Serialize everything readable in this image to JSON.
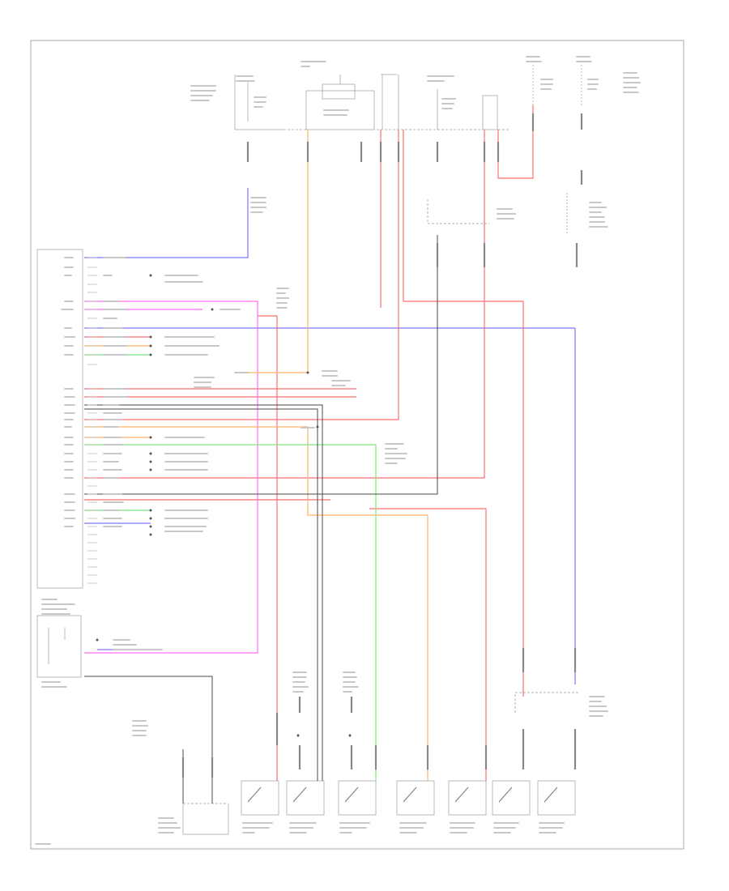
{
  "diagram": {
    "colors": {
      "border": "#a8a8a8",
      "component": "#a0a0a0",
      "dashed": "#b0b0b0",
      "red": "#ff6e6e",
      "blue": "#7a7aff",
      "pink": "#ff6ef5",
      "orange": "#ffb268",
      "green": "#7ce87c",
      "dark": "#4a4a4a",
      "gray": "#9a9a9a"
    },
    "modules": [
      {
        "id": "body-control-module"
      },
      {
        "id": "security-indicator-light"
      },
      {
        "id": "instrument-cluster-junction-block"
      },
      {
        "id": "junction-block-top"
      },
      {
        "id": "hot-fuse-right"
      },
      {
        "id": "body-ecu-upper-right"
      },
      {
        "id": "ground-point-left"
      },
      {
        "id": "ground-point-center"
      },
      {
        "id": "grounds-junction-right"
      },
      {
        "id": "center-junction-block"
      },
      {
        "id": "sensor-connector"
      }
    ],
    "switches": [
      {
        "id": "liftgate-courtesy-switch"
      },
      {
        "id": "rear-door-courtesy-switch-left"
      },
      {
        "id": "liftgate-courtesy-switch-2"
      },
      {
        "id": "front-door-courtesy-switch-right"
      },
      {
        "id": "rear-door-courtesy-switch-right"
      },
      {
        "id": "front-door-courtesy-switch-left-1"
      },
      {
        "id": "front-door-courtesy-switch-left-2"
      }
    ]
  }
}
